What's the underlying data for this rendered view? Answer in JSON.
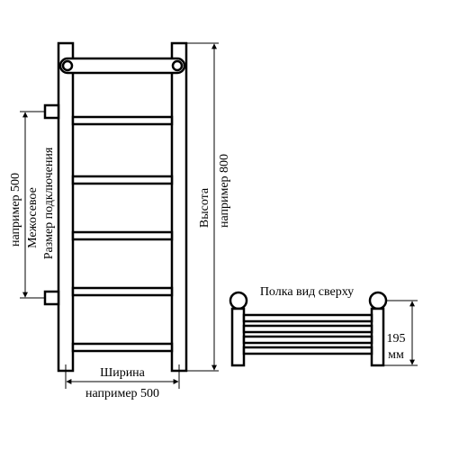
{
  "labels": {
    "width_line1": "Ширина",
    "width_line2": "например 500",
    "height_line1": "Высота",
    "height_line2": "например 800",
    "center_line1": "Межосевое",
    "center_line2": "Размер подключения",
    "center_value": "например 500",
    "shelf_title": "Полка вид сверху",
    "shelf_depth_value": "195",
    "shelf_depth_unit": "мм"
  },
  "colors": {
    "stroke": "#000000",
    "background": "#ffffff"
  }
}
